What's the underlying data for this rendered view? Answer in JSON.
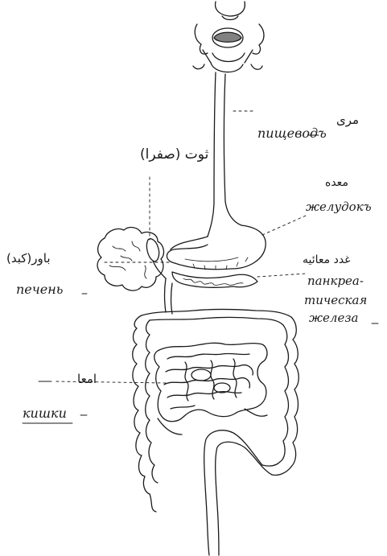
{
  "colors": {
    "ink": "#1a1a1a",
    "paper": "#ffffff"
  },
  "labels": {
    "esophagus_ar": "مری",
    "esophagus_ru": "пищеводъ",
    "gallbladder_ar": "ثوت (صفرا)",
    "stomach_ar": "معده",
    "stomach_ru": "желудокъ",
    "liver_ar": "(کبد)باور",
    "liver_ru": "печень",
    "pancreas_ar": "غدد معائیه",
    "pancreas_ru_1": "панкреа-",
    "pancreas_ru_2": "тическая",
    "pancreas_ru_3": "железа",
    "intestines_ar": "امعا",
    "intestines_ru": "кишки"
  }
}
